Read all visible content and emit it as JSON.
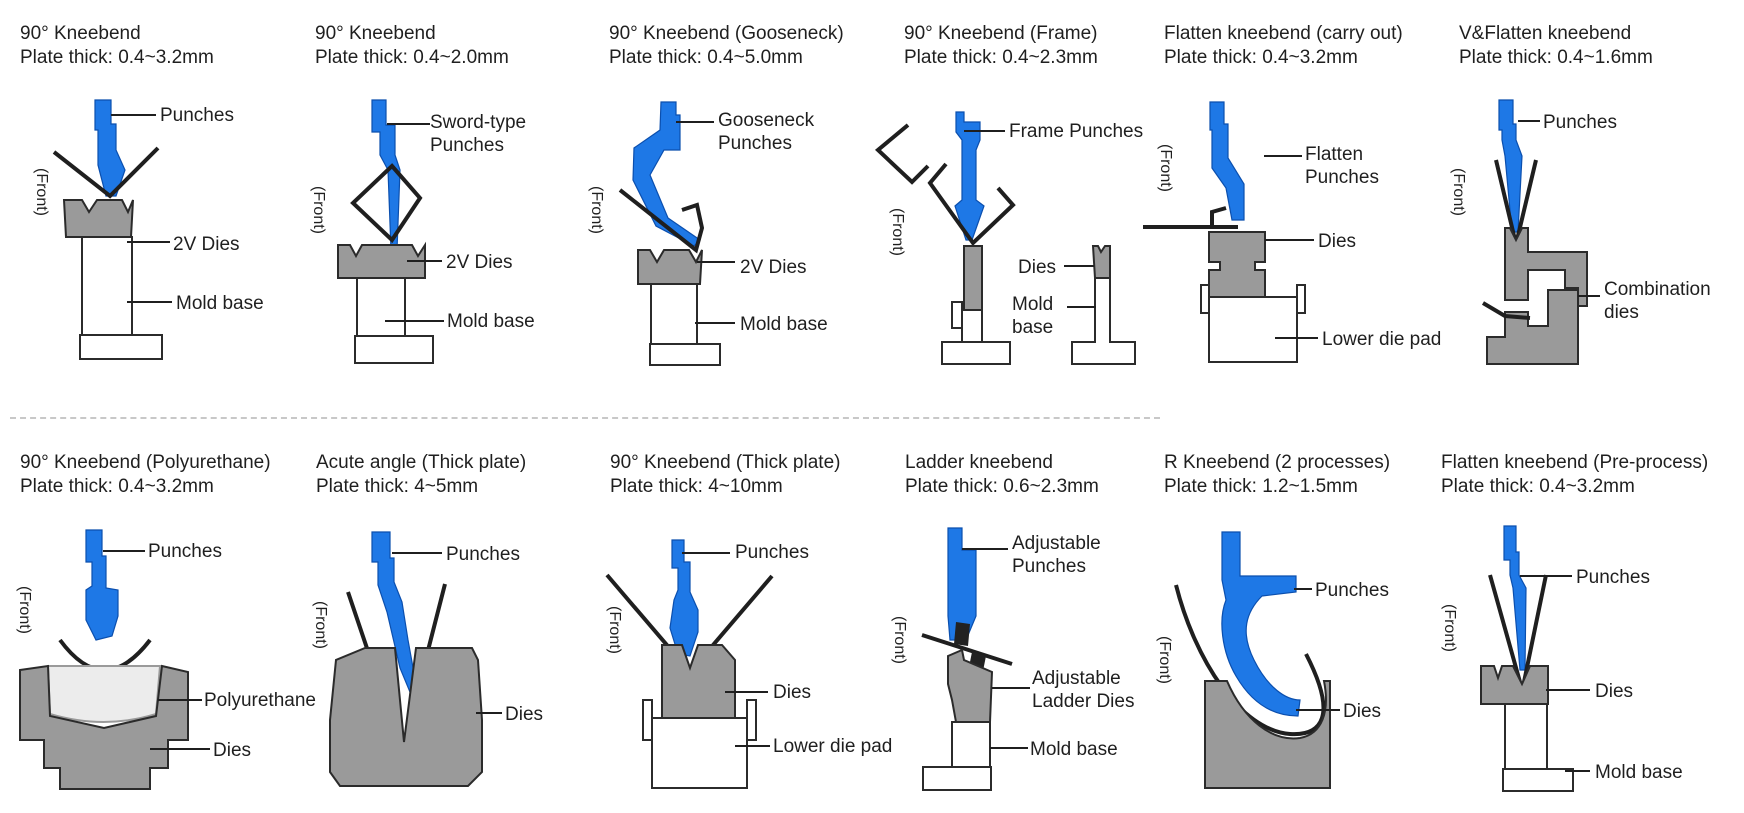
{
  "front_label": "(Front)",
  "panels": [
    {
      "title": "90° Kneebend",
      "thick": "Plate thick: 0.4~3.2mm",
      "labels": [
        "Punches",
        "2V Dies",
        "Mold base"
      ]
    },
    {
      "title": "90° Kneebend",
      "thick": "Plate thick: 0.4~2.0mm",
      "labels": [
        "Sword-type",
        "Punches",
        "2V Dies",
        "Mold base"
      ]
    },
    {
      "title": "90° Kneebend (Gooseneck)",
      "thick": "Plate thick: 0.4~5.0mm",
      "labels": [
        "Gooseneck",
        "Punches",
        "2V Dies",
        "Mold base"
      ]
    },
    {
      "title": "90° Kneebend (Frame)",
      "thick": "Plate thick: 0.4~2.3mm",
      "labels": [
        "Frame Punches",
        "Dies",
        "Mold",
        "base"
      ]
    },
    {
      "title": "Flatten kneebend (carry out)",
      "thick": "Plate thick: 0.4~3.2mm",
      "labels": [
        "Flatten",
        "Punches",
        "Dies",
        "Lower die pad"
      ]
    },
    {
      "title": "V&Flatten kneebend",
      "thick": "Plate thick: 0.4~1.6mm",
      "labels": [
        "Punches",
        "Combination",
        "dies"
      ]
    },
    {
      "title": "90° Kneebend (Polyurethane)",
      "thick": "Plate thick: 0.4~3.2mm",
      "labels": [
        "Punches",
        "Polyurethane",
        "Dies"
      ]
    },
    {
      "title": "Acute angle (Thick plate)",
      "thick": "Plate thick: 4~5mm",
      "labels": [
        "Punches",
        "Dies"
      ]
    },
    {
      "title": "90° Kneebend (Thick plate)",
      "thick": "Plate thick: 4~10mm",
      "labels": [
        "Punches",
        "Dies",
        "Lower die pad"
      ]
    },
    {
      "title": "Ladder kneebend",
      "thick": "Plate thick: 0.6~2.3mm",
      "labels": [
        "Adjustable",
        "Punches",
        "Adjustable",
        "Ladder Dies",
        "Mold base"
      ]
    },
    {
      "title": "R Kneebend (2 processes)",
      "thick": "Plate thick: 1.2~1.5mm",
      "labels": [
        "Punches",
        "Dies"
      ]
    },
    {
      "title": "Flatten kneebend (Pre-process)",
      "thick": "Plate thick: 0.4~3.2mm",
      "labels": [
        "Punches",
        "Dies",
        "Mold base"
      ]
    }
  ]
}
